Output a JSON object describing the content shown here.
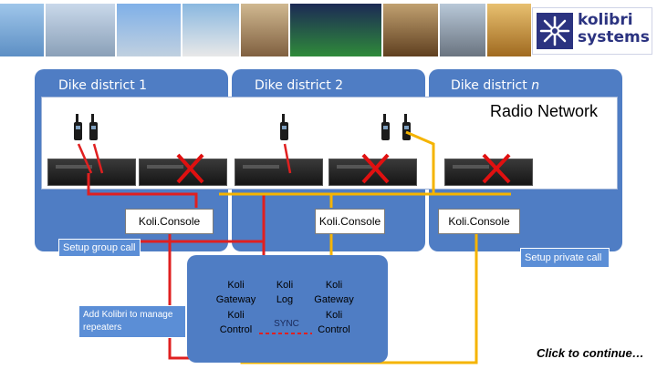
{
  "banner": {
    "logo_line1": "kolibri",
    "logo_line2": "systems"
  },
  "districts": [
    {
      "title": "Dike district 1"
    },
    {
      "title": "Dike district 2"
    },
    {
      "title_prefix": "Dike district ",
      "title_suffix": "n"
    }
  ],
  "radio_network_label": "Radio Network",
  "consoles": [
    "Koli.Console",
    "Koli.Console",
    "Koli.Console"
  ],
  "callouts": {
    "setup_group_call": "Setup group call",
    "setup_private_call": "Setup private call",
    "add_kolibri": "Add Kolibri to manage repeaters"
  },
  "center": {
    "gateway_left": "Koli Gateway",
    "control_left": "Koli Control",
    "log": "Koli Log",
    "sync": "SYNC",
    "gateway_right": "Koli Gateway",
    "control_right": "Koli Control"
  },
  "continue_link": "Click to continue…",
  "colors": {
    "district_blue": "#4f7dc4",
    "red_path": "#e02020",
    "yellow_path": "#f5b400",
    "cross_red": "#e01010"
  }
}
